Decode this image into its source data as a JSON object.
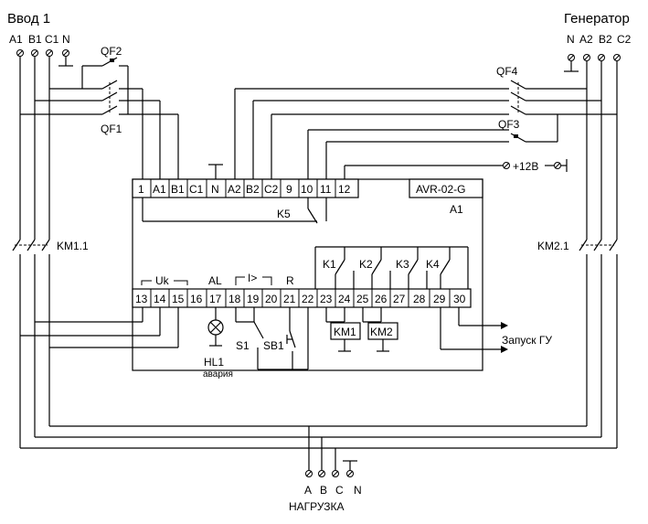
{
  "input1": {
    "title": "Ввод 1",
    "phases": [
      "A1",
      "B1",
      "C1",
      "N"
    ]
  },
  "generator": {
    "title": "Генератор",
    "phases": [
      "N",
      "A2",
      "B2",
      "C2"
    ]
  },
  "breakers": {
    "qf1": "QF1",
    "qf2": "QF2",
    "qf3": "QF3",
    "qf4": "QF4"
  },
  "contactors": {
    "km11": "KM1.1",
    "km21": "KM2.1",
    "km1": "KM1",
    "km2": "KM2"
  },
  "device": {
    "model": "AVR-02-G",
    "designator": "A1",
    "top_terminals": [
      "1",
      "A1",
      "B1",
      "C1",
      "N",
      "A2",
      "B2",
      "C2",
      "9",
      "10",
      "11",
      "12"
    ],
    "bottom_terminals": [
      "13",
      "14",
      "15",
      "16",
      "17",
      "18",
      "19",
      "20",
      "21",
      "22",
      "23",
      "24",
      "25",
      "26",
      "27",
      "28",
      "29",
      "30"
    ],
    "relay_k5": "K5",
    "relays": [
      "K1",
      "K2",
      "K3",
      "K4"
    ],
    "group_uk": "Uk",
    "group_al": "AL",
    "group_i": "I>",
    "group_r": "R"
  },
  "supply_12v": "+12В",
  "lamp": {
    "name": "HL1",
    "caption": "авария"
  },
  "switches": {
    "s1": "S1",
    "sb1": "SB1"
  },
  "start_signal": "Запуск ГУ",
  "load": {
    "title": "НАГРУЗКА",
    "phases": [
      "A",
      "B",
      "C",
      "N"
    ]
  }
}
